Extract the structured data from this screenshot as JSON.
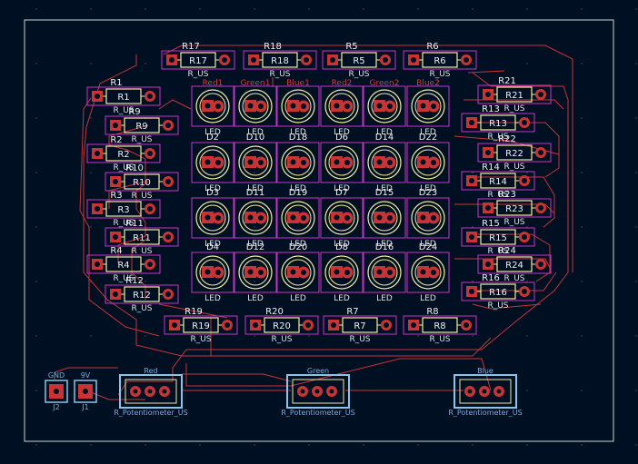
{
  "board": {
    "resistors": [
      {
        "ref": "R17",
        "value": "R_US"
      },
      {
        "ref": "R18",
        "value": "R_US"
      },
      {
        "ref": "R5",
        "value": "R_US"
      },
      {
        "ref": "R6",
        "value": "R_US"
      },
      {
        "ref": "R1",
        "value": "R_US"
      },
      {
        "ref": "R9",
        "value": "R_US"
      },
      {
        "ref": "R2",
        "value": "R_US"
      },
      {
        "ref": "R10",
        "value": "R_US"
      },
      {
        "ref": "R3",
        "value": "R_US"
      },
      {
        "ref": "R11",
        "value": "R_US"
      },
      {
        "ref": "R4",
        "value": "R_US"
      },
      {
        "ref": "R12",
        "value": "R_US"
      },
      {
        "ref": "R19",
        "value": "R_US"
      },
      {
        "ref": "R20",
        "value": "R_US"
      },
      {
        "ref": "R7",
        "value": "R_US"
      },
      {
        "ref": "R8",
        "value": "R_US"
      },
      {
        "ref": "R21",
        "value": "R_US"
      },
      {
        "ref": "R13",
        "value": "R_US"
      },
      {
        "ref": "R22",
        "value": "R_US"
      },
      {
        "ref": "R14",
        "value": "R_US"
      },
      {
        "ref": "R23",
        "value": "R_US"
      },
      {
        "ref": "R15",
        "value": "R_US"
      },
      {
        "ref": "R24",
        "value": "R_US"
      },
      {
        "ref": "R16",
        "value": "R_US"
      }
    ],
    "column_labels": [
      "Red1",
      "Green1",
      "Blue1",
      "Red2",
      "Green2",
      "Blue2"
    ],
    "led_rows": [
      [
        "",
        "",
        "",
        "",
        "",
        ""
      ],
      [
        "D2",
        "D10",
        "D18",
        "D6",
        "D14",
        "D22"
      ],
      [
        "D3",
        "D11",
        "D19",
        "D7",
        "D15",
        "D23"
      ],
      [
        "D4",
        "D12",
        "D20",
        "D8",
        "D16",
        "D24"
      ]
    ],
    "led_value": "LED",
    "potentiometers": [
      {
        "ref": "Red",
        "value": "R_Potentiometer_US"
      },
      {
        "ref": "Green",
        "value": "R_Potentiometer_US"
      },
      {
        "ref": "Blue",
        "value": "R_Potentiometer_US"
      }
    ],
    "connectors": [
      {
        "ref": "GND",
        "value": "J2"
      },
      {
        "ref": "9V",
        "value": "J1"
      }
    ],
    "colors": {
      "background": "#001023",
      "trace": "#c83434",
      "courtyard": "#c832c8",
      "silkscreen": "#f2eda1",
      "pad": "#c83434",
      "back_silk": "#7fa8d6",
      "edge": "#d0d2cd"
    }
  }
}
